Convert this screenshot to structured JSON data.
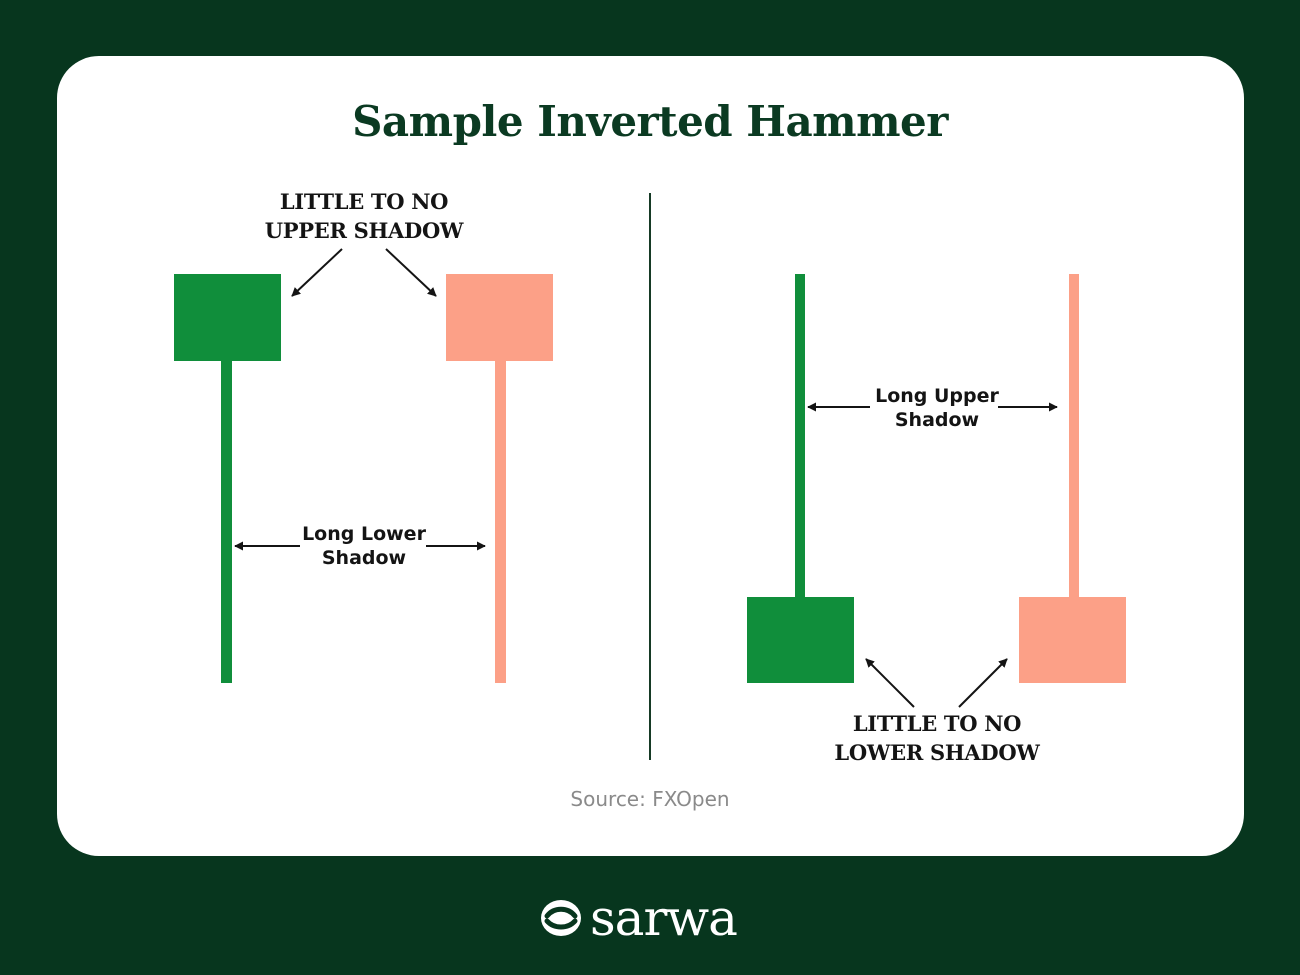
{
  "title": "Sample Inverted Hammer",
  "left_panel": {
    "top_label": [
      "LITTLE TO NO",
      "UPPER SHADOW"
    ],
    "middle_label": [
      "Long Lower",
      "Shadow"
    ]
  },
  "right_panel": {
    "middle_label": [
      "Long Upper",
      "Shadow"
    ],
    "bottom_label": [
      "LITTLE TO NO",
      "LOWER SHADOW"
    ]
  },
  "source": "Source: FXOpen",
  "brand": {
    "name": "sarwa",
    "icon": "sarwa-logo-icon"
  },
  "colors": {
    "background": "#07361e",
    "card": "#ffffff",
    "bullish": "#108e3b",
    "bearish": "#fca087",
    "title": "#0b3a22"
  }
}
